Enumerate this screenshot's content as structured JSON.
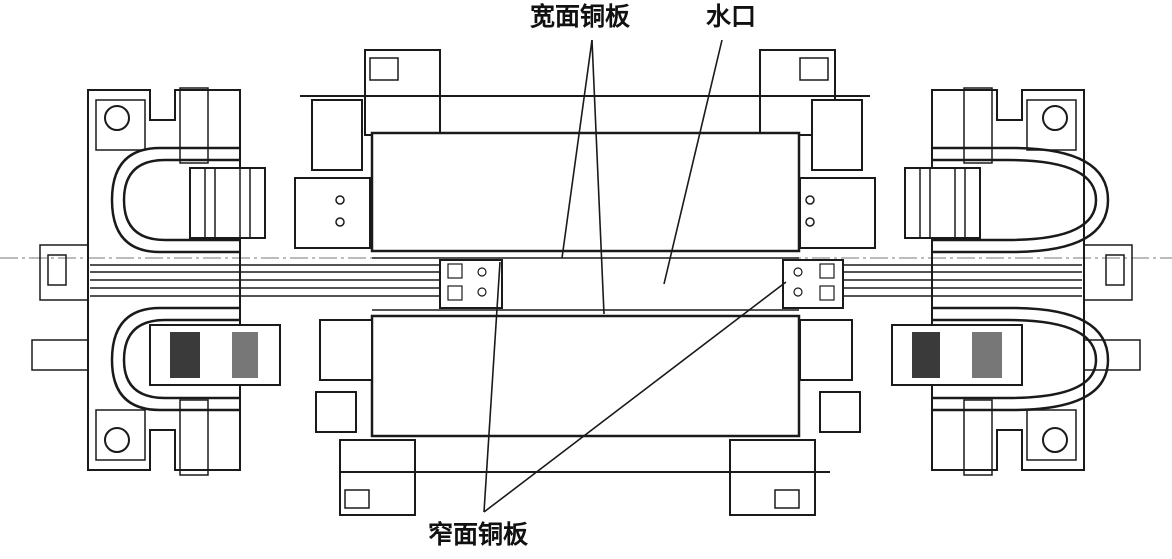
{
  "labels": {
    "wide_copper_plate": "宽面铜板",
    "water_inlet": "水口",
    "narrow_copper_plate": "窄面铜板"
  },
  "colors": {
    "line": "#1a1a1a",
    "background": "#ffffff",
    "coil_shading": "#3a3a3a"
  }
}
